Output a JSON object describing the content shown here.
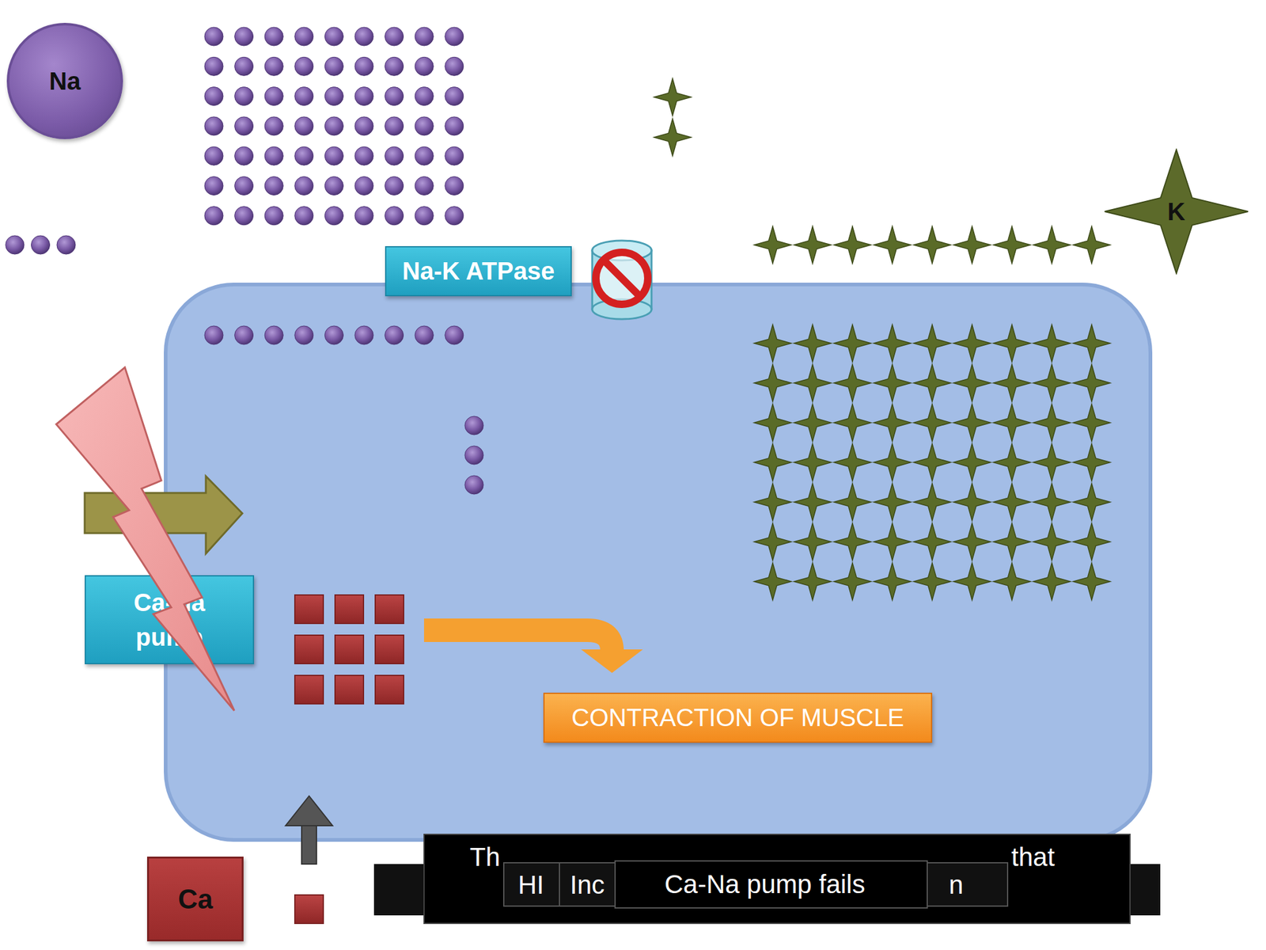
{
  "diagram": {
    "nodes": [
      {
        "text": [
          "Na"
        ]
      },
      {
        "text": [
          "Na-K ATPase"
        ]
      },
      {
        "text": [
          "K"
        ]
      },
      {
        "text": [
          "Ca-Na pump"
        ]
      },
      {
        "text": [
          "CONTRACTION OF MUSCLE"
        ]
      },
      {
        "text": [
          "Ca"
        ]
      }
    ],
    "labels": [
      "Th",
      "that",
      "HI",
      "Inc",
      "Ca-Na pump fails",
      "n"
    ]
  }
}
